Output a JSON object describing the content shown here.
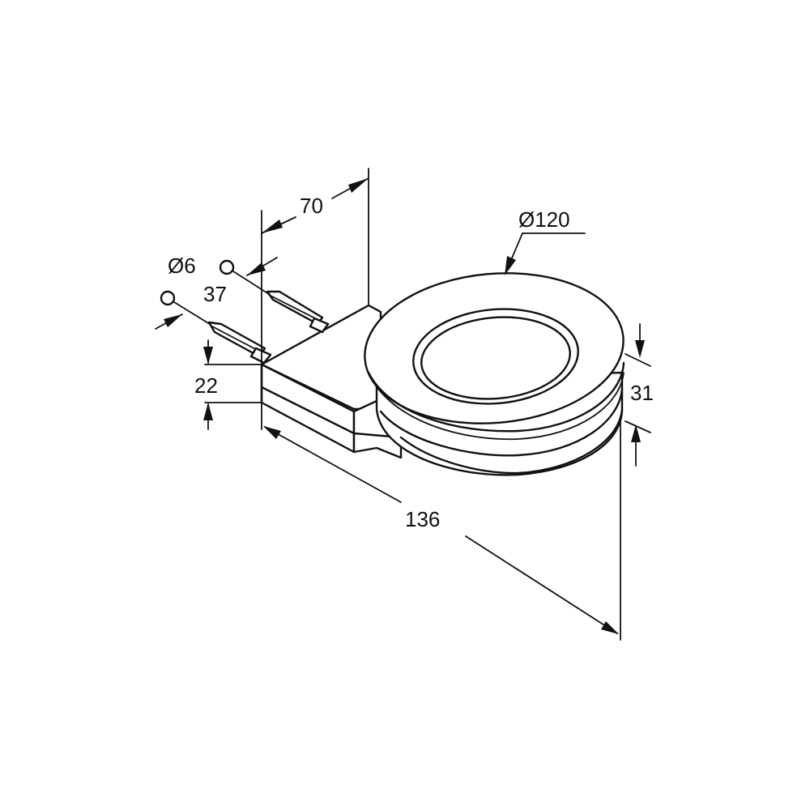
{
  "dimensions": {
    "depth_70": "70",
    "pin_diameter": "Ø6",
    "pin_length": "37",
    "height_22": "22",
    "diameter_120": "Ø120",
    "height_31": "31",
    "length_136": "136"
  }
}
